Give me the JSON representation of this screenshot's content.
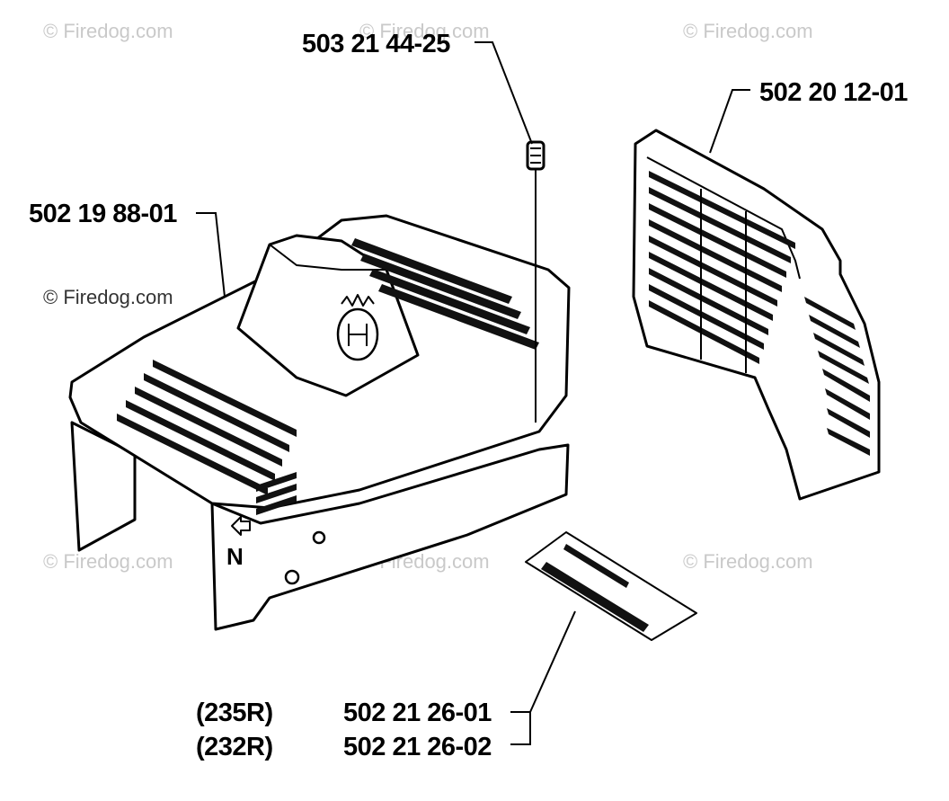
{
  "watermarks": [
    "© Firedog.com",
    "© Firedog.com",
    "© Firedog.com",
    "© Firedog.com",
    "© Firedog.com",
    "© Firedog.com",
    "© Firedog.com"
  ],
  "part_numbers": {
    "screw": "503 21 44-25",
    "cover": "502 19 88-01",
    "grille": "502 20 12-01",
    "decal_235r": "502 21 26-01",
    "decal_232r": "502 21 26-02"
  },
  "model_labels": {
    "model_235r": "(235R)",
    "model_232r": "(232R)"
  },
  "icons": {
    "cover_marking": "N",
    "brand_logo": "husqvarna-crown-logo-icon"
  }
}
